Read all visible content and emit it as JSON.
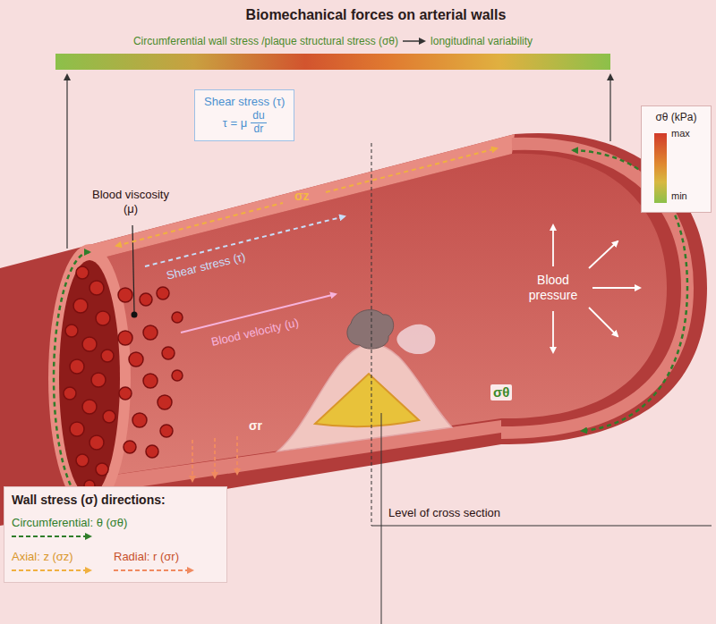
{
  "diagram": {
    "title": "Biomechanical forces on arterial walls",
    "nodes": [
      {
        "text": [
          "Shear stress (τ)",
          "τ = μ",
          "du",
          "dr"
        ]
      },
      {
        "text": [
          "σθ (kPa)",
          "max",
          "min"
        ]
      },
      {
        "text": [
          "Wall stress (σ) directions:"
        ]
      }
    ],
    "labels": [
      "Circumferential wall stress /plaque structural stress (σθ)",
      "longitudinal variability",
      "Blood viscosity (μ)",
      "σz",
      "Shear stress (τ)",
      "Blood velocity (u)",
      "Blood pressure",
      "σr",
      "σθ",
      "Level of cross section"
    ],
    "legend": [
      {
        "text": "Circumferential: θ (σθ)"
      },
      {
        "text": "Axial: z (σz)"
      },
      {
        "text": "Radial: r (σr)"
      }
    ]
  }
}
